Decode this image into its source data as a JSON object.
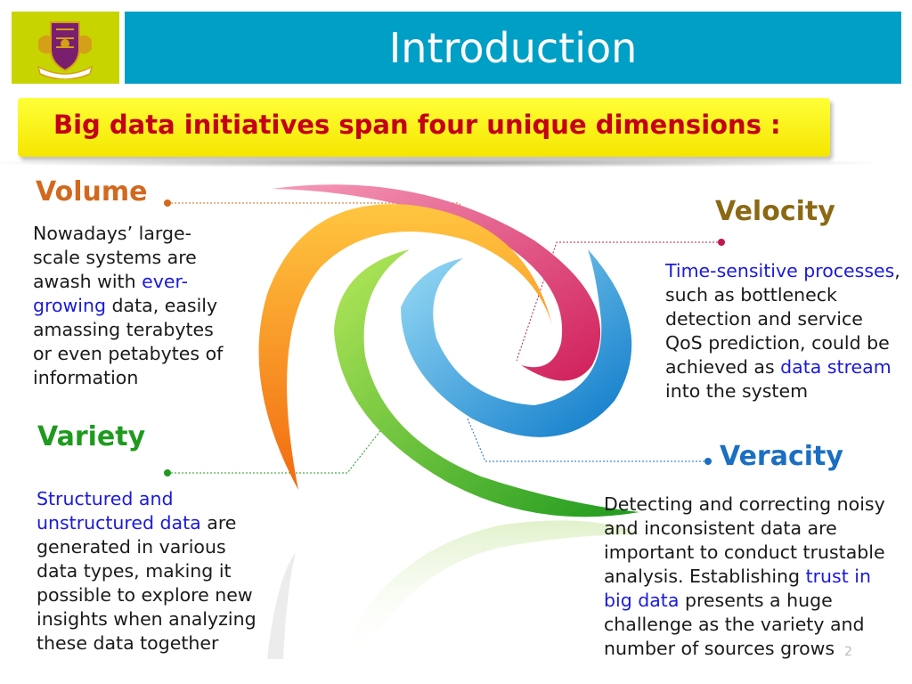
{
  "header": {
    "title": "Introduction"
  },
  "subtitle": "Big data initiatives span four unique dimensions :",
  "colors": {
    "volume": "#d2691e",
    "velocity": "#8b6914",
    "variety": "#1f9a1f",
    "veracity": "#1a6fc2",
    "highlight": "#1a1adb",
    "title_bar": "#009fc6",
    "subtitle_text": "#c4001a"
  },
  "dimensions": {
    "volume": {
      "heading": "Volume",
      "text1": "Nowadays’  large-scale systems are awash with ",
      "highlight": "ever-growing",
      "text2": " data, easily amassing terabytes or even petabytes of information"
    },
    "velocity": {
      "heading": "Velocity",
      "highlight1": "Time-sensitive processes",
      "text1": ", such as bottleneck detection and service QoS prediction, could be achieved as ",
      "highlight2": "data stream",
      "text2": " into the system"
    },
    "variety": {
      "heading": "Variety",
      "highlight": "Structured and unstructured data",
      "text1": " are generated in various data types, making it possible to explore new insights when analyzing these data together"
    },
    "veracity": {
      "heading": "Veracity",
      "text1": "Detecting and correcting noisy and inconsistent data are important to conduct trustable analysis. Establishing ",
      "highlight": "trust in big data",
      "text2": " presents a huge challenge as the variety and number of sources grows"
    }
  },
  "page_number": "2"
}
